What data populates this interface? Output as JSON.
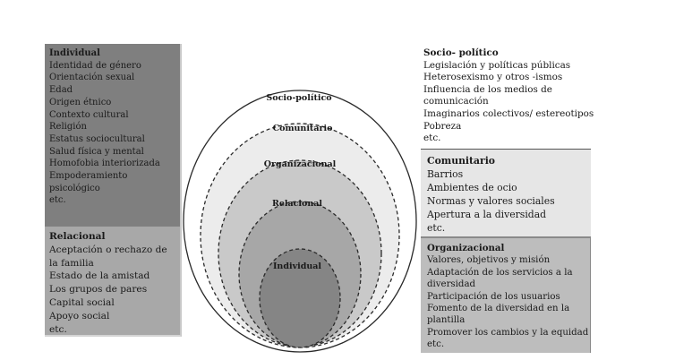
{
  "panels": {
    "individual": {
      "title": "Individual",
      "items": [
        "Identidad de género",
        "Orientación sexual",
        "Edad",
        "Origen étnico",
        "Contexto cultural",
        "Religión",
        "Estatus sociocultural",
        "Salud física y mental",
        "Homofobia interiorizada",
        "Empoderamiento",
        "psicológico",
        "etc."
      ]
    },
    "relacional": {
      "title": "Relacional",
      "items": [
        "Aceptación o rechazo  de",
        "la familia",
        "Estado de la amistad",
        "Los grupos de pares",
        "Capital social",
        "Apoyo social",
        "etc."
      ]
    },
    "sociopolitico": {
      "title": "Socio- político",
      "items": [
        "Legislación y políticas públicas",
        "Heterosexismo y otros -ismos",
        "Influencia de los medios de",
        "comunicación",
        "Imaginarios colectivos/ estereotipos",
        "Pobreza",
        "etc."
      ]
    },
    "comunitario": {
      "title": "Comunitario",
      "items": [
        "Barrios",
        "Ambientes de ocio",
        "Normas y valores sociales",
        "Apertura a la diversidad",
        "etc."
      ]
    },
    "organizacional": {
      "title": "Organizacional",
      "items": [
        "Valores, objetivos y misión",
        "Adaptación de los servicios a la",
        "diversidad",
        "Participación de los usuarios",
        "Fomento de la diversidad en la",
        "plantilla",
        "Promover los cambios y la equidad",
        "etc."
      ]
    }
  },
  "rings": {
    "sociopolitico": "Socio-político",
    "comunitario": "Comunitario",
    "organizacional": "Organizacional",
    "relacional": "Relacional",
    "individual": "Individual"
  }
}
